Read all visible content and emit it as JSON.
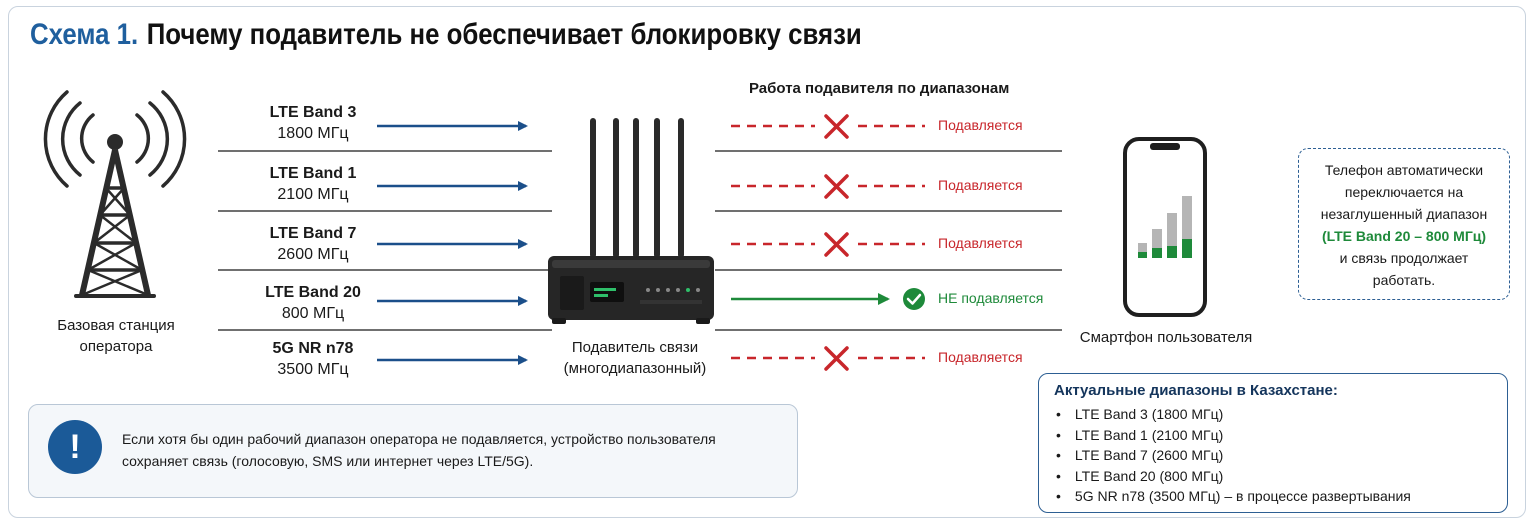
{
  "title": {
    "prefix": "Схема 1.",
    "text": "Почему подавитель не обеспечивает блокировку связи"
  },
  "station_label": [
    "Базовая станция",
    "оператора"
  ],
  "bands": [
    {
      "name": "LTE Band 3",
      "freq": "1800 МГц",
      "status": "Подавляется",
      "suppressed": true
    },
    {
      "name": "LTE Band 1",
      "freq": "2100 МГц",
      "status": "Подавляется",
      "suppressed": true
    },
    {
      "name": "LTE Band 7",
      "freq": "2600 МГц",
      "status": "Подавляется",
      "suppressed": true
    },
    {
      "name": "LTE Band 20",
      "freq": "800 МГц",
      "status": "НЕ подавляется",
      "suppressed": false
    },
    {
      "name": "5G NR n78",
      "freq": "3500 МГц",
      "status": "Подавляется",
      "suppressed": true
    }
  ],
  "jammer_label": [
    "Подавитель связи",
    "(многодиапазонный)"
  ],
  "operation_header": "Работа подавителя по диапазонам",
  "phone_label": "Смартфон пользователя",
  "note": {
    "line1": "Телефон автоматически",
    "line2": "переключается на",
    "line3": "незаглушенный диапазон",
    "highlight": "(LTE Band 20 – 800 МГц)",
    "line5": "и связь продолжает",
    "line6": "работать."
  },
  "info": {
    "icon": "exclamation-icon",
    "text": "Если хотя бы один рабочий диапазон оператора не подавляется, устройство пользователя сохраняет связь (голосовую, SMS или интернет через LTE/5G)."
  },
  "kz": {
    "title": "Актуальные диапазоны в Казахстане:",
    "items": [
      "LTE Band 3 (1800 МГц)",
      "LTE Band 1 (2100 МГц)",
      "LTE Band 7 (2600 МГц)",
      "LTE Band 20 (800 МГц)",
      "5G NR n78 (3500 МГц) – в процессе развертывания"
    ]
  },
  "colors": {
    "accent": "#1f5f9e",
    "suppressed": "#c8262b",
    "active": "#1e8a3a",
    "arrow": "#1b4f8a"
  }
}
